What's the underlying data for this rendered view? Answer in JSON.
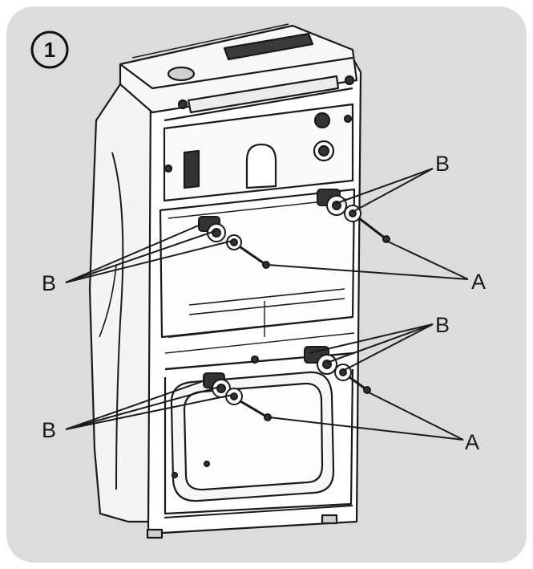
{
  "figure": {
    "step_number": "1",
    "panel_color": "#dcdcdc",
    "line_color": "#1a1a1a",
    "labels": {
      "b_top_right": "B",
      "b_left_upper": "B",
      "a_upper": "A",
      "b_mid_right": "B",
      "b_left_lower": "B",
      "a_lower": "A"
    },
    "icons": [
      "appliance-rear-view",
      "transit-bolt-icon",
      "spacer-icon"
    ]
  }
}
